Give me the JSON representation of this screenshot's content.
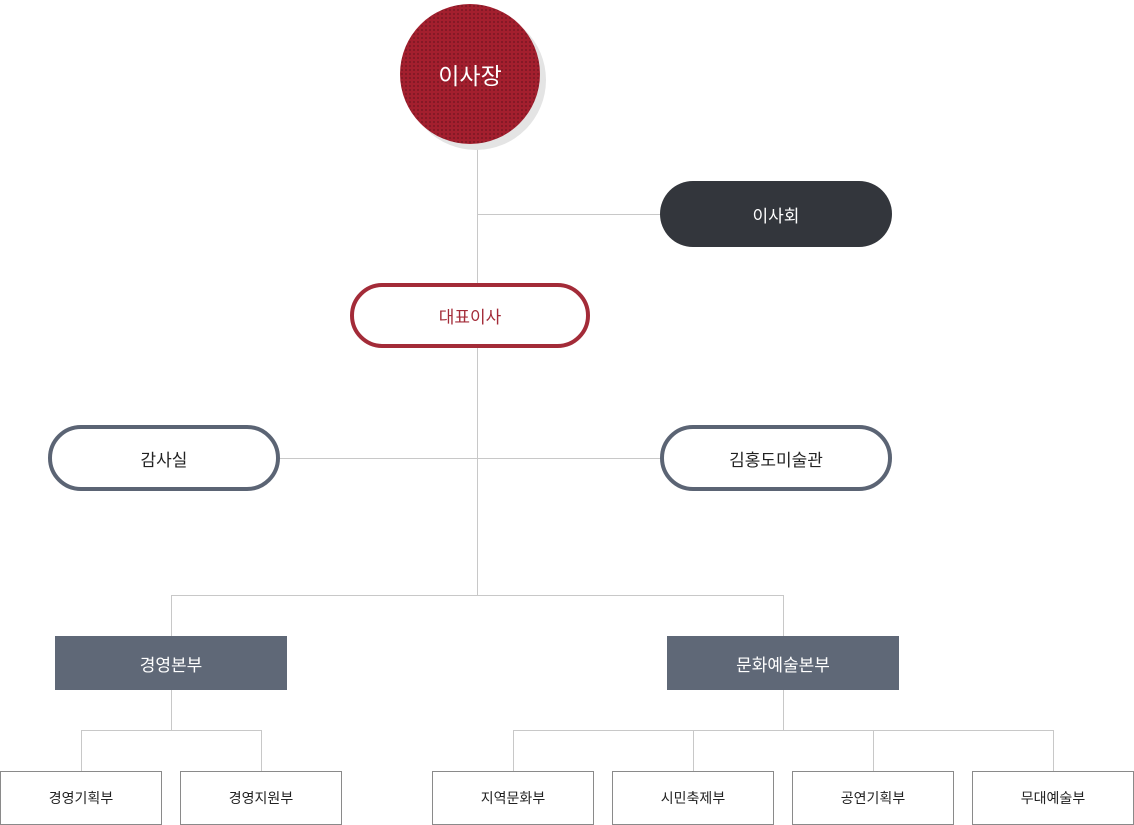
{
  "org_chart": {
    "chairman": {
      "label": "이사장"
    },
    "board": {
      "label": "이사회"
    },
    "ceo": {
      "label": "대표이사"
    },
    "audit_office": {
      "label": "감사실"
    },
    "museum": {
      "label": "김홍도미술관"
    },
    "headquarters": [
      {
        "label": "경영본부",
        "departments": [
          "경영기획부",
          "경영지원부"
        ]
      },
      {
        "label": "문화예술본부",
        "departments": [
          "지역문화부",
          "시민축제부",
          "공연기획부",
          "무대예술부"
        ]
      }
    ],
    "colors": {
      "chairman_fill": "#a31f2e",
      "board_fill": "#33363c",
      "ceo_border": "#a32b38",
      "office_border": "#5b6474",
      "headquarters_fill": "#5f6877",
      "connector": "#c8c8c8"
    }
  }
}
